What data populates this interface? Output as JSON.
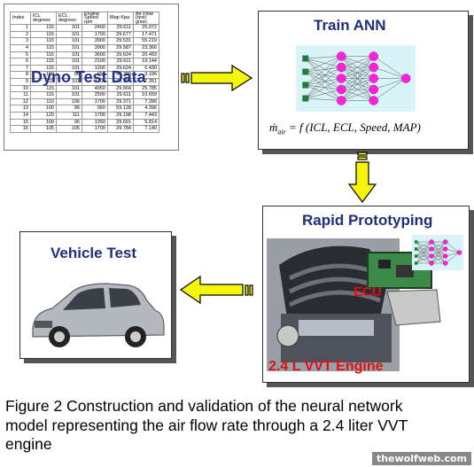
{
  "dyno": {
    "label": "Dyno Test Data",
    "headers": [
      "Index",
      "ICL degrees",
      "ECL degrees",
      "Engine Speed rpm",
      "Map Kpa",
      "Air Flow (test) g/sec"
    ],
    "rows": [
      [
        "1",
        "115",
        "101",
        "2400",
        "29.611",
        "25.072"
      ],
      [
        "2",
        "115",
        "101",
        "1700",
        "29.677",
        "17.471"
      ],
      [
        "3",
        "115",
        "101",
        "3900",
        "29.531",
        "55.219"
      ],
      [
        "4",
        "115",
        "101",
        "3900",
        "29.587",
        "23.366"
      ],
      [
        "5",
        "115",
        "101",
        "3600",
        "29.624",
        "20.493"
      ],
      [
        "6",
        "115",
        "101",
        "2100",
        "29.611",
        "19.144"
      ],
      [
        "7",
        "115",
        "101",
        "1200",
        "29.624",
        "6.430"
      ],
      [
        "8",
        "100",
        "96",
        "650",
        "49.389",
        "3.196"
      ],
      [
        "9",
        "115",
        "101",
        "1700",
        "29.704",
        "7.351"
      ],
      [
        "10",
        "115",
        "101",
        "4050",
        "29.664",
        "25.785"
      ],
      [
        "11",
        "115",
        "101",
        "2500",
        "29.611",
        "10.659"
      ],
      [
        "12",
        "110",
        "106",
        "1700",
        "29.371",
        "7.286"
      ],
      [
        "13",
        "100",
        "96",
        "650",
        "59.128",
        "4.396"
      ],
      [
        "14",
        "120",
        "111",
        "1700",
        "29.198",
        "7.443"
      ],
      [
        "15",
        "100",
        "96",
        "1350",
        "29.691",
        "5.814"
      ],
      [
        "16",
        "105",
        "106",
        "1700",
        "29.784",
        "7.140"
      ]
    ]
  },
  "ann": {
    "title": "Train ANN",
    "equation_lhs": "ṁ",
    "equation_sub": "air",
    "equation_rhs": " = f (ICL, ECL, Speed, MAP)"
  },
  "prototyping": {
    "title": "Rapid Prototyping",
    "ecu_label": "ECU",
    "engine_label": "2.4 L VVT Engine"
  },
  "vehicle": {
    "title": "Vehicle Test"
  },
  "caption": "Figure 2 Construction and validation of the neural network model representing the air flow rate through a 2.4 liter VVT engine",
  "watermark": "thewolfweb.com",
  "colors": {
    "title_blue": "#1f2f7a",
    "arrow_yellow": "#f5f50a",
    "neuron_magenta": "#ff22dd",
    "input_green": "#1e7d3a",
    "engine_red": "#e01010"
  }
}
